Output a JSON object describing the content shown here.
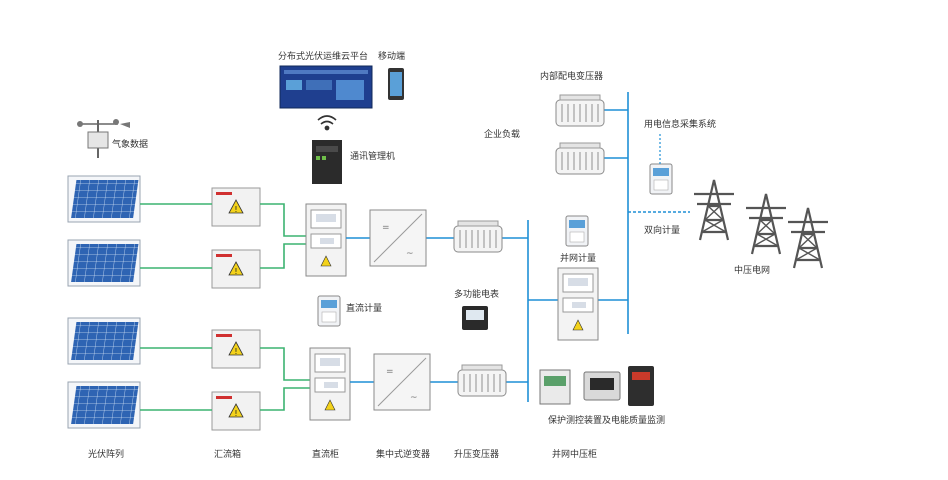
{
  "labels": {
    "cloud_platform": "分布式光伏运维云平台",
    "mobile": "移动端",
    "weather": "气象数据",
    "comm_manager": "通讯管理机",
    "internal_transformer": "内部配电变压器",
    "enterprise_load": "企业负载",
    "energy_collection": "用电信息采集系统",
    "bidirectional_metering": "双向计量",
    "grid_metering": "并网计量",
    "medium_voltage_grid": "中压电网",
    "dc_metering": "直流计量",
    "multifunction_meter": "多功能电表",
    "protection": "保护测控装置及电能质量监测",
    "pv_array": "光伏阵列",
    "combiner_box": "汇流箱",
    "dc_cabinet": "直流柜",
    "central_inverter": "集中式逆变器",
    "step_up_transformer": "升压变压器",
    "grid_mv_cabinet": "并网中压柜"
  },
  "colors": {
    "pv_line": "#3cb371",
    "bus_line": "#1f8fd6",
    "device_border": "#8a8a8a",
    "panel_blue": "#2a5d9f",
    "screen_blue": "#1f3f8f"
  }
}
